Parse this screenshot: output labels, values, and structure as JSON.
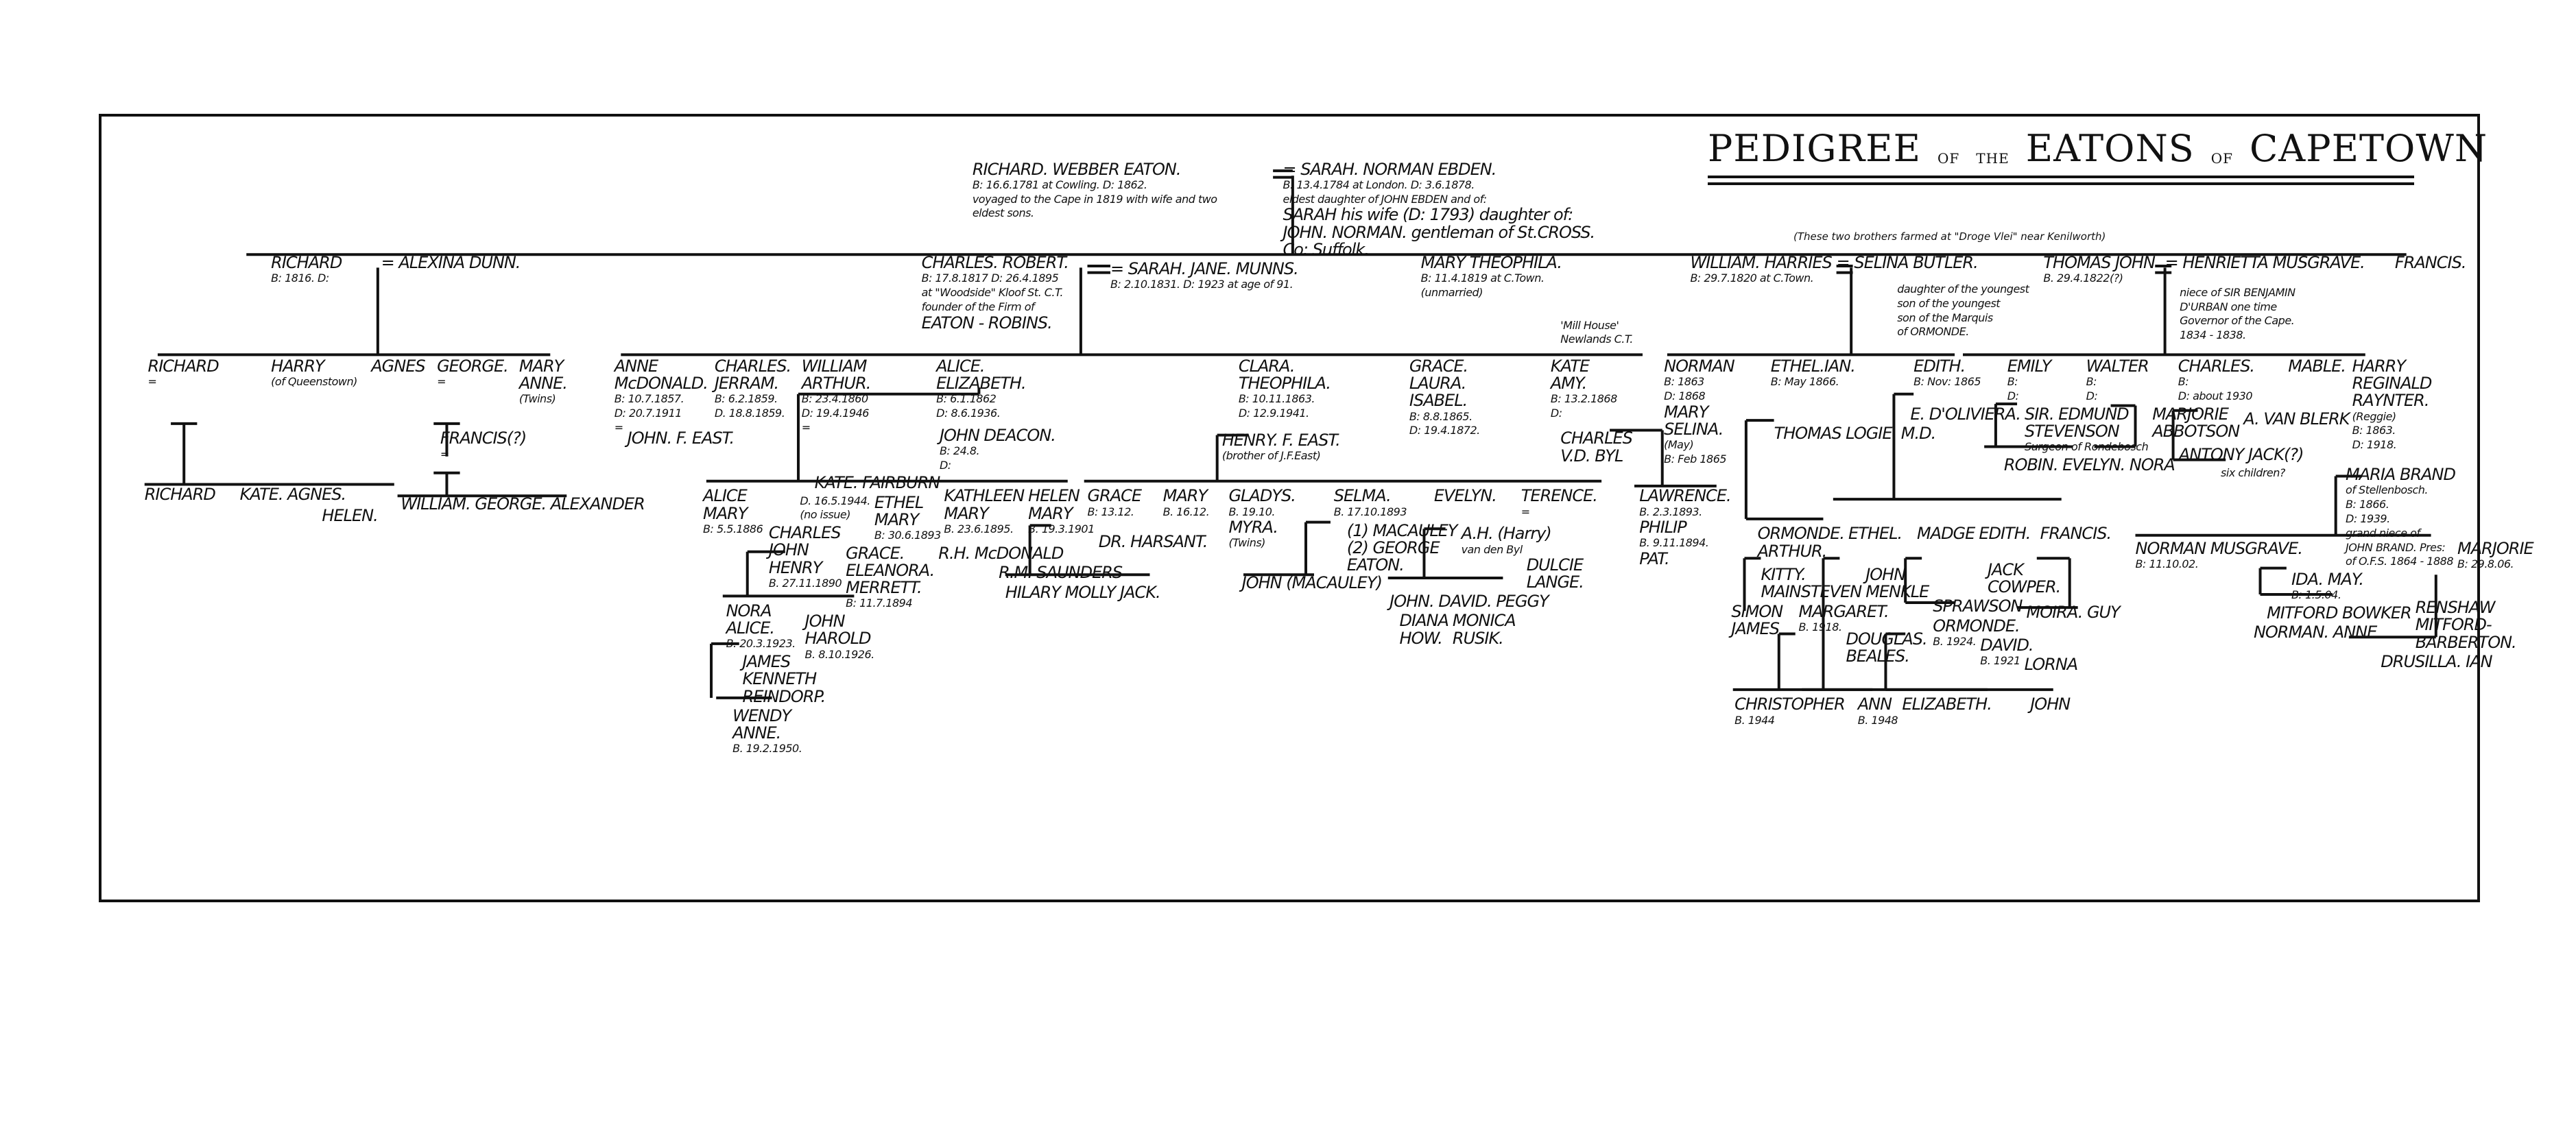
{
  "title": {
    "w1": "PEDIGREE",
    "w2": "OF",
    "w3": "THE",
    "w4": "EATONS",
    "w5": "OF",
    "w6": "CAPETOWN"
  },
  "note_brothers": "(These two brothers farmed at \"Droge Vlei\" near Kenilworth)",
  "people": {
    "rwe": [
      "RICHARD. WEBBER EATON.",
      "B: 16.6.1781 at Cowling. D: 1862.",
      "voyaged to the Cape in 1819 with wife and two",
      "eldest sons."
    ],
    "sne": [
      "= SARAH. NORMAN EBDEN.",
      "B: 13.4.1784 at London. D: 3.6.1878.",
      "eldest daughter of JOHN EBDEN and of:",
      "SARAH his wife (D: 1793) daughter of:",
      "JOHN. NORMAN. gentleman of St.CROSS.",
      "Co: Suffolk."
    ],
    "richard1": [
      "RICHARD",
      "B: 1816. D:"
    ],
    "alexina": [
      "= ALEXINA DUNN."
    ],
    "charles_robert": [
      "CHARLES. ROBERT.",
      "B: 17.8.1817 D: 26.4.1895",
      "at \"Woodside\" Kloof St. C.T.",
      "founder of the Firm of",
      "EATON - ROBINS."
    ],
    "sarah_munns": [
      "= SARAH. JANE. MUNNS.",
      "B: 2.10.1831. D: 1923 at age of 91."
    ],
    "mary_theophila": [
      "MARY THEOPHILA.",
      "B: 11.4.1819 at C.Town.",
      "(unmarried)"
    ],
    "william_harries": [
      "WILLIAM. HARRIES",
      "B: 29.7.1820 at C.Town."
    ],
    "selina": [
      "= SELINA BUTLER."
    ],
    "selina_note": [
      "daughter of the youngest",
      "son of the youngest",
      "son of the Marquis",
      "of ORMONDE."
    ],
    "thomas_john": [
      "THOMAS JOHN",
      "B. 29.4.1822(?)"
    ],
    "henrietta": [
      "= HENRIETTA MUSGRAVE."
    ],
    "henrietta_note": [
      "niece of SIR BENJAMIN",
      "D'URBAN one time",
      "Governor of the Cape.",
      "1834 - 1838."
    ],
    "francis1": [
      "FRANCIS."
    ],
    "richard2": [
      "RICHARD",
      "="
    ],
    "harry1": [
      "HARRY",
      "(of Queenstown)"
    ],
    "agnes1": [
      "AGNES"
    ],
    "george1": [
      "GEORGE.",
      "="
    ],
    "mary_anne": [
      "MARY",
      "ANNE.",
      "(Twins)"
    ],
    "francis_q": [
      "FRANCIS(?)",
      "="
    ],
    "richard3": [
      "RICHARD"
    ],
    "kate_agnes": [
      "KATE. AGNES."
    ],
    "helen1": [
      "HELEN."
    ],
    "wga": [
      "WILLIAM. GEORGE. ALEXANDER"
    ],
    "anne_mcd": [
      "ANNE",
      "McDONALD.",
      "B: 10.7.1857.",
      "D: 20.7.1911",
      "="
    ],
    "john_east": [
      "JOHN. F. EAST."
    ],
    "charles_jerram": [
      "CHARLES.",
      "JERRAM.",
      "B: 6.2.1859.",
      "D. 18.8.1859."
    ],
    "william_arthur": [
      "WILLIAM",
      "ARTHUR.",
      "B: 23.4.1860",
      "D: 19.4.1946",
      "="
    ],
    "kate_fairburn": [
      "KATE. FAIRBURN"
    ],
    "kf_note": [
      "D. 16.5.1944.",
      "(no issue)"
    ],
    "alice_eliz": [
      "ALICE.",
      "ELIZABETH.",
      "B: 6.1.1862",
      "D: 8.6.1936."
    ],
    "john_deacon": [
      "JOHN DEACON.",
      "B: 24.8.",
      "D:"
    ],
    "clara": [
      "CLARA.",
      "THEOPHILA.",
      "B: 10.11.1863.",
      "D: 12.9.1941."
    ],
    "henry_east": [
      "HENRY. F. EAST.",
      "(brother of J.F.East)"
    ],
    "grace_laura": [
      "GRACE.",
      "LAURA.",
      "ISABEL.",
      "B: 8.8.1865.",
      "D: 19.4.1872."
    ],
    "mill_house": [
      "'Mill House'",
      "Newlands C.T."
    ],
    "kate_amy": [
      "KATE",
      "AMY.",
      "B: 13.2.1868",
      "D:"
    ],
    "charles_vdbyl": [
      "CHARLES",
      "V.D. BYL"
    ],
    "norman1": [
      "NORMAN",
      "B: 1863",
      "D: 1868",
      "MARY",
      "SELINA.",
      "(May)",
      "B: Feb 1865"
    ],
    "ethel_ian": [
      "ETHEL.IAN.",
      "B: May 1866."
    ],
    "thomas_logie": [
      "THOMAS LOGIE. M.D."
    ],
    "edith1": [
      "EDITH.",
      "B: Nov: 1865"
    ],
    "doliviera": [
      "E. D'OLIVIERA."
    ],
    "emily": [
      "EMILY",
      "B:",
      "D:"
    ],
    "stevenson": [
      "SIR. EDMUND",
      "STEVENSON",
      "Surgeon of Rondebosch"
    ],
    "rob_ev_nora": [
      "ROBIN. EVELYN. NORA"
    ],
    "walter": [
      "WALTER",
      "B:",
      "D:"
    ],
    "marjorie_abb": [
      "MARJORIE",
      "ABBOTSON"
    ],
    "antony_jack": [
      "ANTONY  JACK(?)"
    ],
    "charles2": [
      "CHARLES.",
      "B:",
      "D: about 1930"
    ],
    "van_blerk": [
      "A. VAN BLERK"
    ],
    "six_children": [
      "six children?"
    ],
    "mable": [
      "MABLE."
    ],
    "harry_reg": [
      "HARRY",
      "REGINALD",
      "RAYNTER.",
      "(Reggie)",
      "B:  1863.",
      "D:  1918."
    ],
    "maria_brand": [
      "MARIA BRAND",
      "of Stellenbosch.",
      "B:  1866.",
      "D:  1939.",
      "grand niece of",
      "JOHN BRAND. Pres:",
      "of O.F.S. 1864 - 1888"
    ],
    "alice_mary": [
      "ALICE",
      "MARY",
      "B: 5.5.1886"
    ],
    "cjh": [
      "CHARLES",
      "JOHN",
      "HENRY",
      "B. 27.11.1890"
    ],
    "ethel_mary": [
      "ETHEL",
      "MARY",
      "B: 30.6.1893"
    ],
    "kathleen": [
      "KATHLEEN",
      "MARY",
      "B. 23.6.1895."
    ],
    "rh_mcd": [
      "R.H. McDONALD"
    ],
    "helen_mary": [
      "HELEN",
      "MARY",
      "B. 19.3.1901"
    ],
    "rm_saunders": [
      "R.M. SAUNDERS"
    ],
    "grace_merrett": [
      "GRACE.",
      "ELEANORA.",
      "MERRETT.",
      "B: 11.7.1894"
    ],
    "nora_alice": [
      "NORA",
      "ALICE.",
      "B. 20.3.1923."
    ],
    "john_harold": [
      "JOHN",
      "HAROLD",
      "B. 8.10.1926."
    ],
    "reindorp": [
      "JAMES",
      "KENNETH",
      "REINDORP."
    ],
    "wendy": [
      "WENDY",
      "ANNE.",
      "B. 19.2.1950."
    ],
    "grace2": [
      "GRACE",
      "B: 13.12."
    ],
    "harsant": [
      "DR. HARSANT."
    ],
    "hmj": [
      "HILARY  MOLLY  JACK."
    ],
    "mary2": [
      "MARY",
      "B. 16.12."
    ],
    "gladys": [
      "GLADYS.",
      "B. 19.10.",
      "MYRA.",
      "(Twins)"
    ],
    "selma": [
      "SELMA.",
      "B. 17.10.1893"
    ],
    "macauley": [
      "(1) MACAULEY",
      "(2) GEORGE",
      "EATON."
    ],
    "john_mac": [
      "JOHN (MACAULEY)"
    ],
    "evelyn": [
      "EVELYN."
    ],
    "ah_vdbyl": [
      "A.H. (Harry)",
      "van den Byl"
    ],
    "jdp": [
      "JOHN.  DAVID.  PEGGY"
    ],
    "diana": [
      "DIANA",
      "HOW."
    ],
    "monica": [
      "MONICA",
      "RUSIK."
    ],
    "terence": [
      "TERENCE.",
      "="
    ],
    "dulcie": [
      "DULCIE",
      "LANGE."
    ],
    "lawrence": [
      "LAWRENCE.",
      "B. 2.3.1893.",
      "PHILIP",
      "B. 9.11.1894.",
      "PAT."
    ],
    "ormonde_arthur": [
      "ORMONDE.",
      "ARTHUR."
    ],
    "kitty": [
      "KITTY.",
      "MAINSTEVEN"
    ],
    "simon": [
      "SIMON",
      "JAMES"
    ],
    "ethel3": [
      "ETHEL."
    ],
    "menkle": [
      "JOHN",
      "MENKLE"
    ],
    "madge": [
      "MADGE"
    ],
    "sprawson": [
      "SPRAWSON"
    ],
    "lorna": [
      "LORNA"
    ],
    "edith3": [
      "EDITH."
    ],
    "cowper": [
      "JACK",
      "COWPER."
    ],
    "moira": [
      "MOIRA.  GUY"
    ],
    "francis3": [
      "FRANCIS."
    ],
    "margaret": [
      "MARGARET.",
      "B. 1918."
    ],
    "ormonde2": [
      "ORMONDE.",
      "B. 1924."
    ],
    "david2": [
      "DAVID.",
      "B. 1921"
    ],
    "beales": [
      "DOUGLAS.",
      "BEALES."
    ],
    "christopher": [
      "CHRISTOPHER",
      "B. 1944"
    ],
    "ann": [
      "ANN",
      "B. 1948"
    ],
    "elizabeth": [
      "ELIZABETH."
    ],
    "john4": [
      "JOHN"
    ],
    "norman_mus": [
      "NORMAN MUSGRAVE.",
      "B: 11.10.02."
    ],
    "ida_may": [
      "IDA. MAY.",
      "B: 1.5.04."
    ],
    "marjorie2": [
      "MARJORIE",
      "B: 29.8.06."
    ],
    "bowker": [
      "MITFORD BOWKER"
    ],
    "norman_anne": [
      "NORMAN. ANNE"
    ],
    "renshaw": [
      "RENSHAW",
      "MITFORD-",
      "BARBERTON."
    ],
    "drusilla": [
      "DRUSILLA. IAN"
    ]
  }
}
